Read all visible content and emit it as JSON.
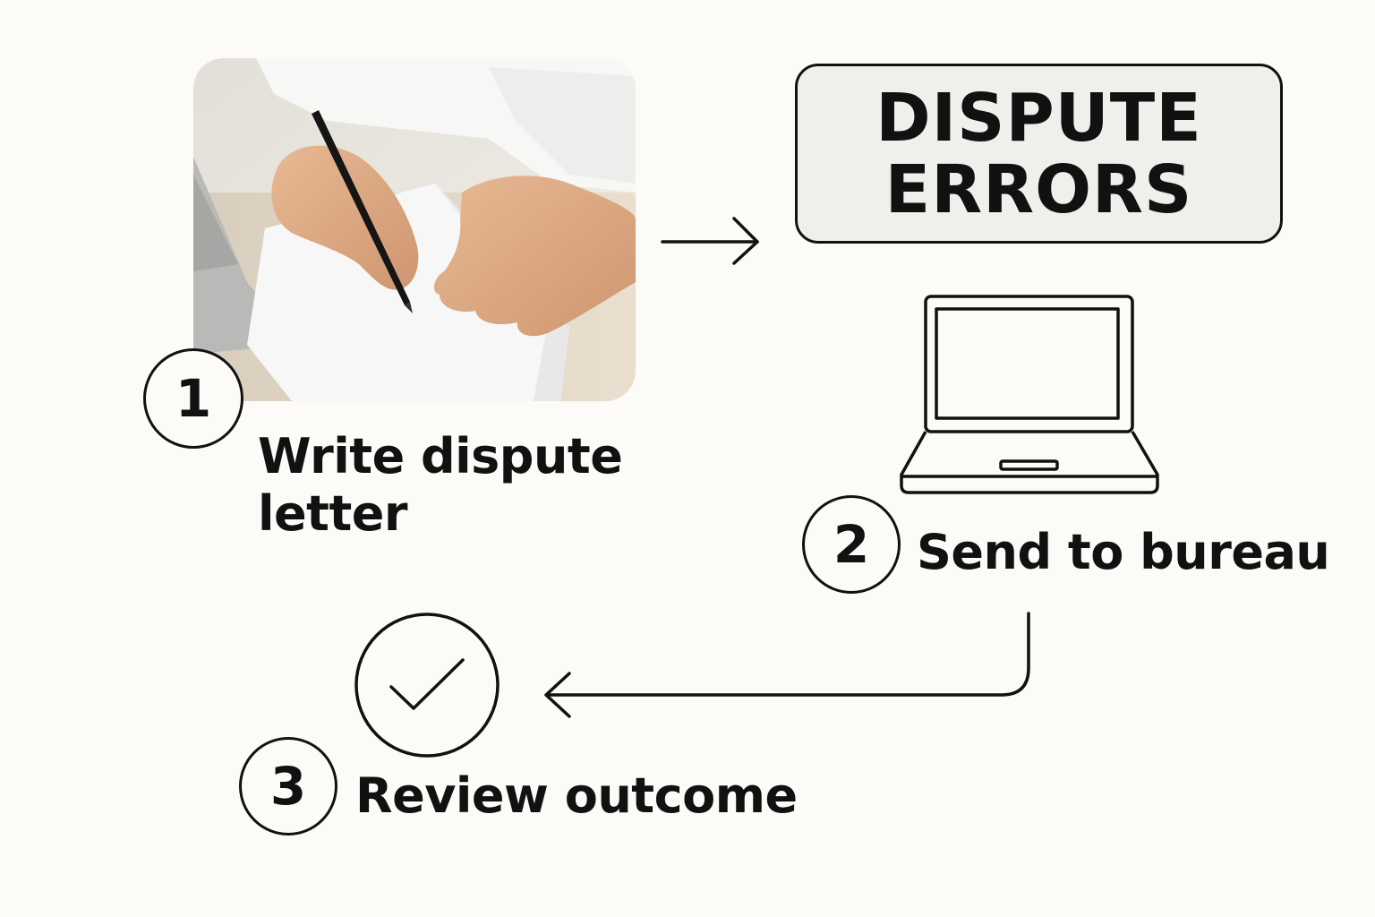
{
  "title_box": {
    "line1": "DISPUTE",
    "line2": "ERRORS"
  },
  "steps": [
    {
      "number": "1",
      "label_line1": "Write dispute",
      "label_line2": "letter",
      "icon": "writing-photo"
    },
    {
      "number": "2",
      "label": "Send to bureau",
      "icon": "laptop-icon"
    },
    {
      "number": "3",
      "label": "Review outcome",
      "icon": "check-circle-icon"
    }
  ],
  "colors": {
    "background": "#fcfbf7",
    "ink": "#111111",
    "box_fill": "#f0efeb"
  }
}
